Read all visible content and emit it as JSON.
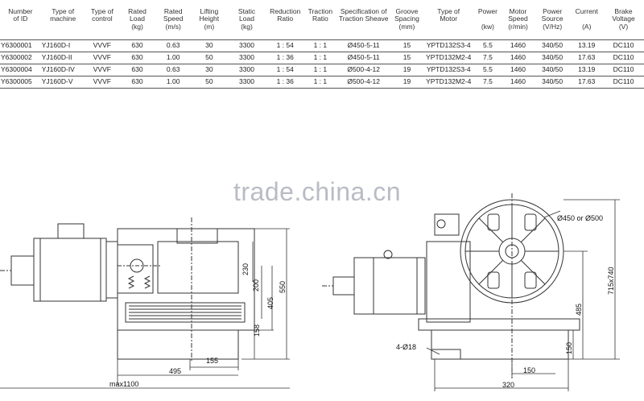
{
  "table": {
    "headers": [
      [
        "Number",
        "of ID"
      ],
      [
        "Type of",
        "machine"
      ],
      [
        "Type of",
        "control"
      ],
      [
        "Rated",
        "Load",
        "(kg)"
      ],
      [
        "Rated",
        "Speed",
        "(m/s)"
      ],
      [
        "Lifting",
        "Height",
        "(m)"
      ],
      [
        "Static",
        "Load",
        "(kg)"
      ],
      [
        "Reduction",
        "Ratio"
      ],
      [
        "Traction",
        "Ratio"
      ],
      [
        "Specification of",
        "Traction Sheave"
      ],
      [
        "Groove",
        "Spacing",
        "(mm)"
      ],
      [
        "Type of",
        "Motor"
      ],
      [
        "Power",
        "",
        "(kw)"
      ],
      [
        "Motor",
        "Speed",
        "(r/min)"
      ],
      [
        "Power",
        "Source",
        "(V/Hz)"
      ],
      [
        "Current",
        "",
        "(A)"
      ],
      [
        "Brake",
        "Voltage",
        "(V)"
      ]
    ],
    "rows": [
      [
        "Y6300001",
        "YJ160D-I",
        "VVVF",
        "630",
        "0.63",
        "30",
        "3300",
        "1 : 54",
        "1 : 1",
        "Ø450-5-11",
        "15",
        "YPTD132S3-4",
        "5.5",
        "1460",
        "340/50",
        "13.19",
        "DC110"
      ],
      [
        "Y6300002",
        "YJ160D-II",
        "VVVF",
        "630",
        "1.00",
        "50",
        "3300",
        "1 : 36",
        "1 : 1",
        "Ø450-5-11",
        "15",
        "YPTD132M2-4",
        "7.5",
        "1460",
        "340/50",
        "17.63",
        "DC110"
      ],
      [
        "Y6300004",
        "YJ160D-IV",
        "VVVF",
        "630",
        "0.63",
        "30",
        "3300",
        "1 : 54",
        "1 : 1",
        "Ø500-4-12",
        "19",
        "YPTD132S3-4",
        "5.5",
        "1460",
        "340/50",
        "13.19",
        "DC110"
      ],
      [
        "Y6300005",
        "YJ160D-V",
        "VVVF",
        "630",
        "1.00",
        "50",
        "3300",
        "1 : 36",
        "1 : 1",
        "Ø500-4-12",
        "19",
        "YPTD132M2-4",
        "7.5",
        "1460",
        "340/50",
        "17.63",
        "DC110"
      ]
    ]
  },
  "watermark": "trade.china.cn",
  "drawing": {
    "left_view_dims": {
      "d230": "230",
      "d200": "200",
      "d405": "405",
      "d550": "550",
      "d158": "158",
      "d155": "155",
      "d495": "495",
      "dmax": "max1100"
    },
    "right_view_dims": {
      "sheave": "Ø450 or Ø500",
      "d715": "715x740",
      "d485": "485",
      "d150v": "150",
      "d150h": "150",
      "d320": "320",
      "holes": "4-Ø18"
    }
  },
  "colors": {
    "line": "#333333",
    "table_rule": "#555555",
    "watermark": "#b9bcc4"
  }
}
